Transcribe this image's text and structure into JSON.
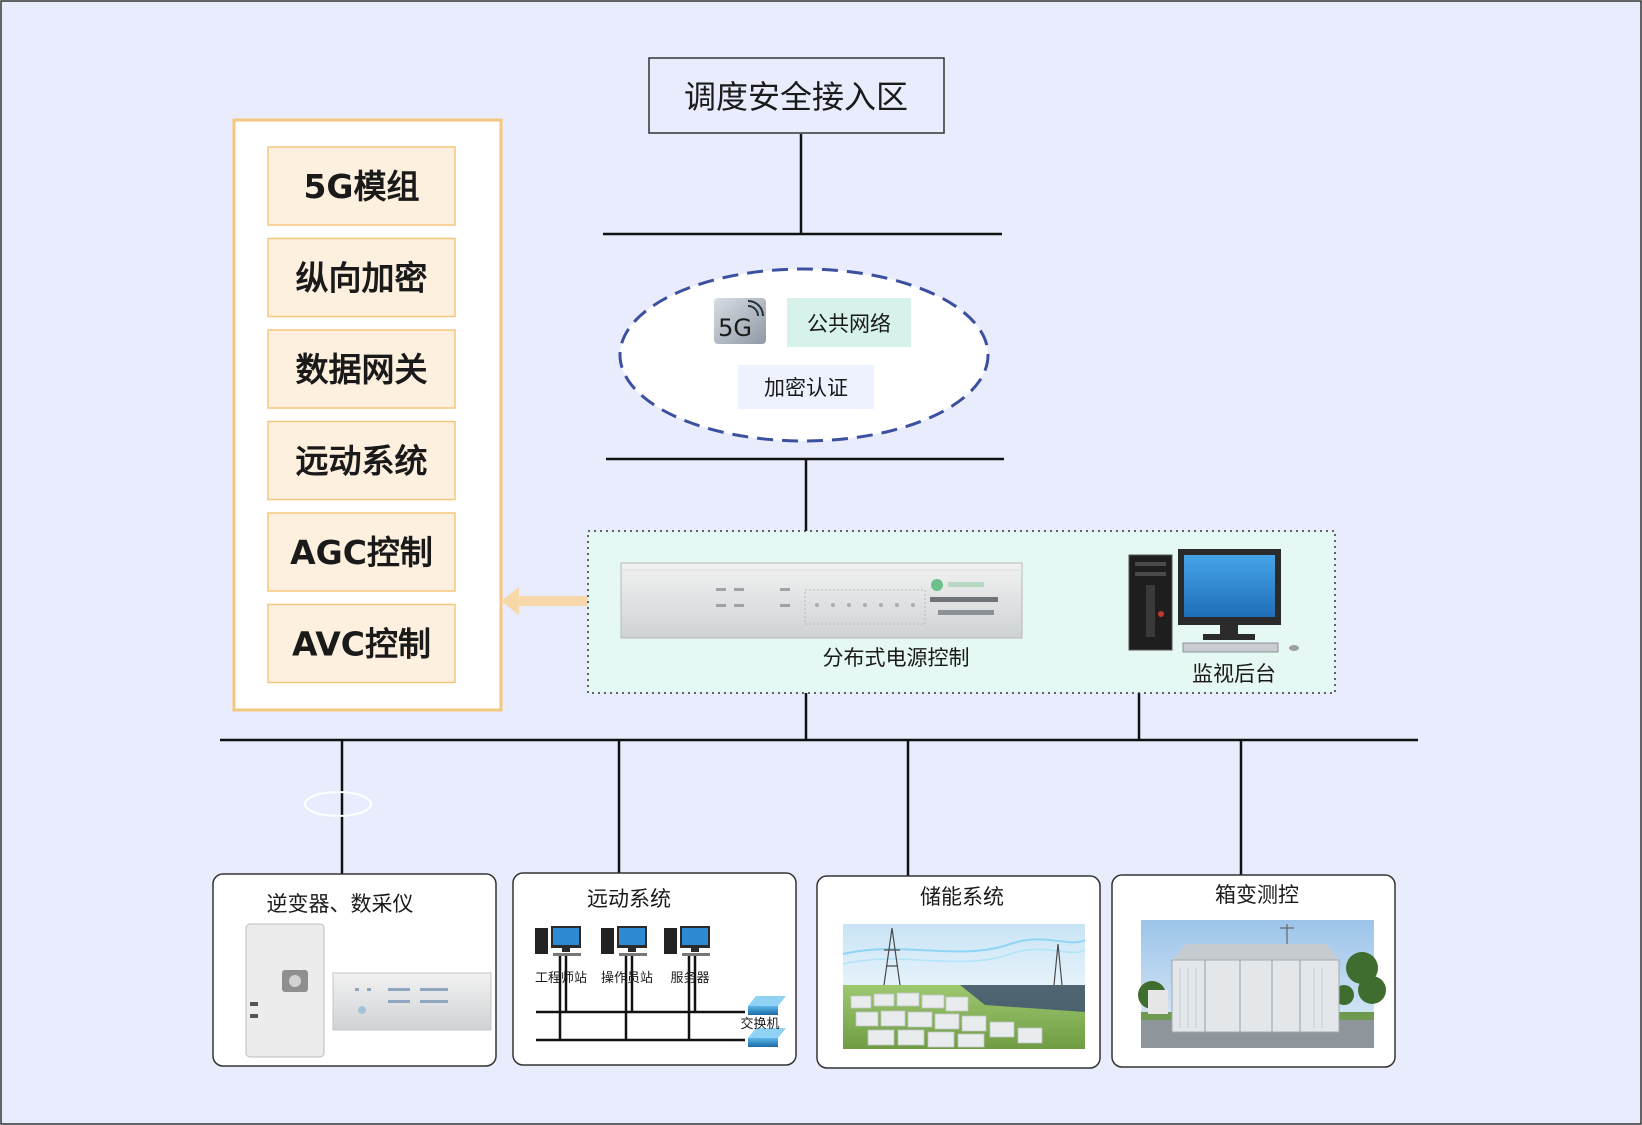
{
  "colors": {
    "background": "#e8ecfd",
    "module_fill": "#fdf0df",
    "module_border": "#f5c77e",
    "panel_border": "#f5c77e",
    "ellipse_border": "#3c50a0",
    "public_network_fill": "#d6f2ea",
    "encryption_fill": "#eef2ff",
    "control_zone_fill": "#e6f8f3",
    "arrow": "#f8d7a8"
  },
  "top_box": {
    "label": "调度安全接入区"
  },
  "modules": [
    {
      "label": "5G模组"
    },
    {
      "label": "纵向加密"
    },
    {
      "label": "数据网关"
    },
    {
      "label": "远动系统"
    },
    {
      "label": "AGC控制"
    },
    {
      "label": "AVC控制"
    }
  ],
  "network_cloud": {
    "badge": "5G",
    "public_network": "公共网络",
    "encryption": "加密认证"
  },
  "control_zone": {
    "controller_label": "分布式电源控制",
    "monitor_label": "监视后台"
  },
  "bottom": {
    "inverter": {
      "title": "逆变器、数采仪"
    },
    "telecontrol": {
      "title": "远动系统",
      "workstations": [
        "工程师站",
        "操作员站",
        "服务器"
      ],
      "switch_label": "交换机"
    },
    "storage": {
      "title": "储能系统"
    },
    "box_transformer": {
      "title": "箱变测控"
    }
  }
}
